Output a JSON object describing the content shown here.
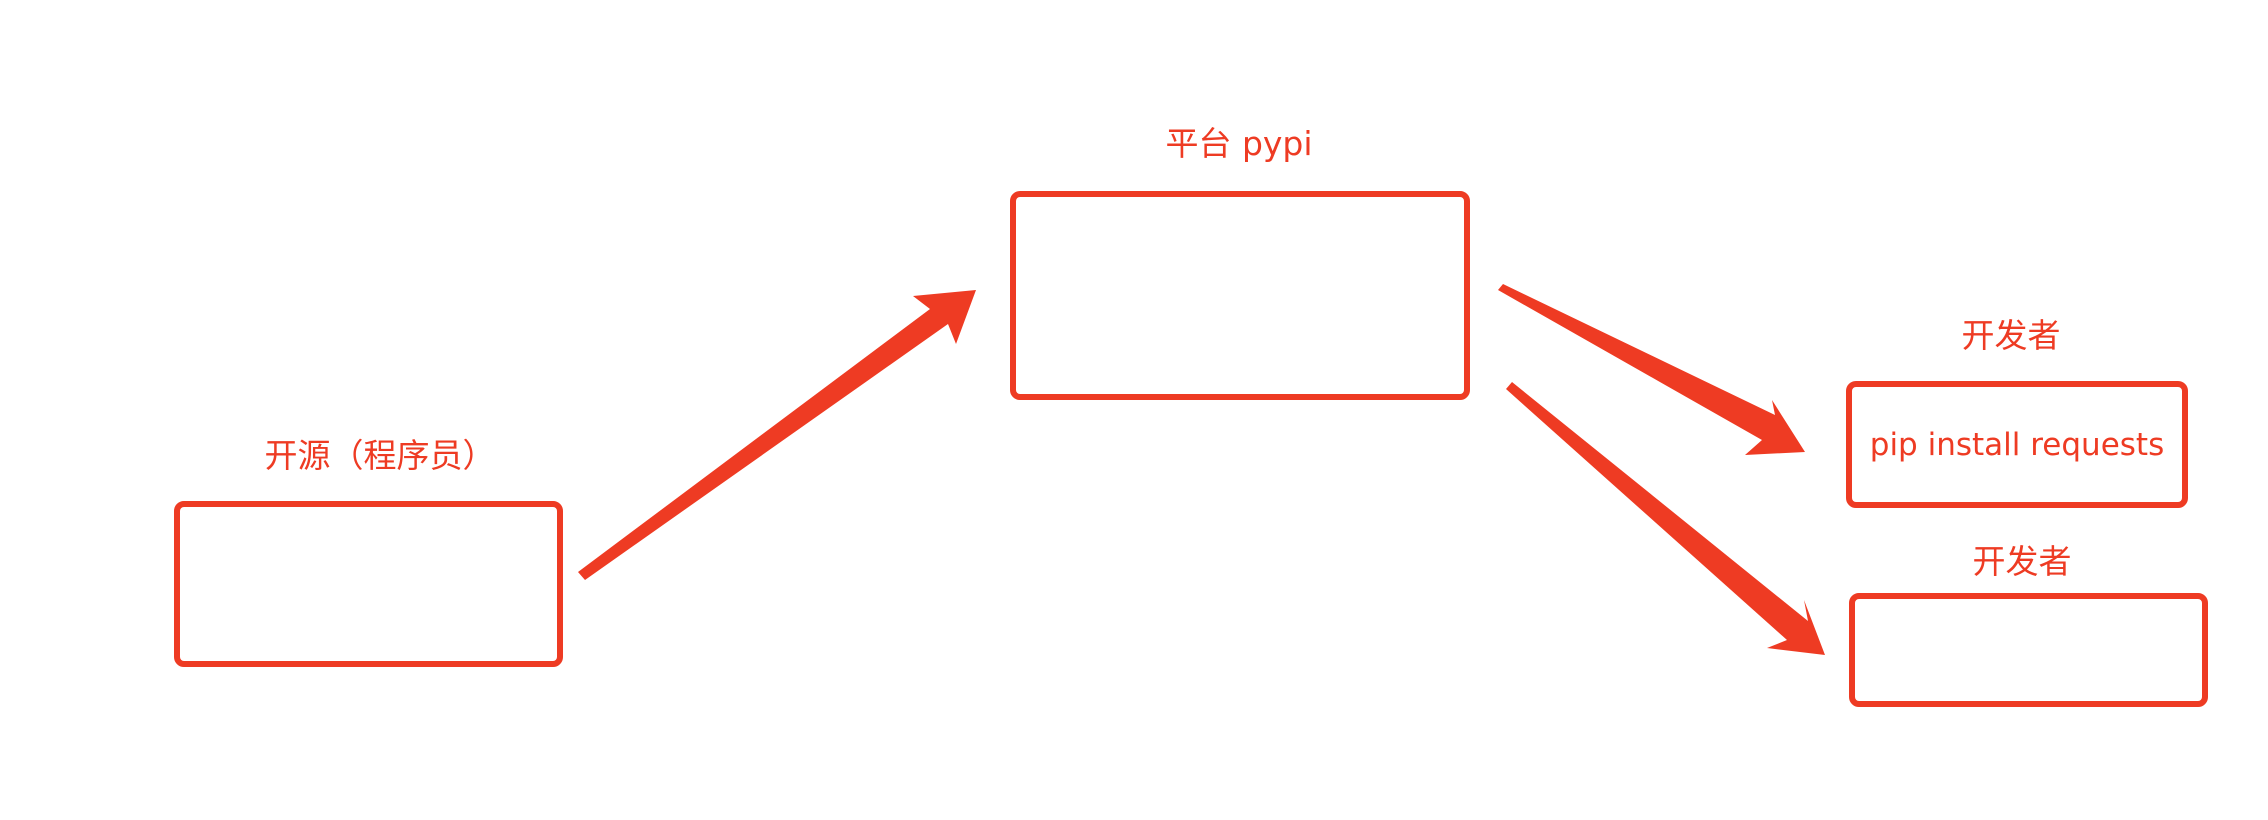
{
  "diagram": {
    "accent_color": "#ee3b23",
    "nodes": {
      "source": {
        "label": "开源（程序员）",
        "content": ""
      },
      "platform": {
        "label": "平台 pypi",
        "content": ""
      },
      "developer_1": {
        "label": "开发者",
        "content": "pip install requests"
      },
      "developer_2": {
        "label": "开发者",
        "content": ""
      }
    },
    "edges": [
      {
        "from": "source",
        "to": "platform"
      },
      {
        "from": "platform",
        "to": "developer_1"
      },
      {
        "from": "platform",
        "to": "developer_2"
      }
    ]
  }
}
